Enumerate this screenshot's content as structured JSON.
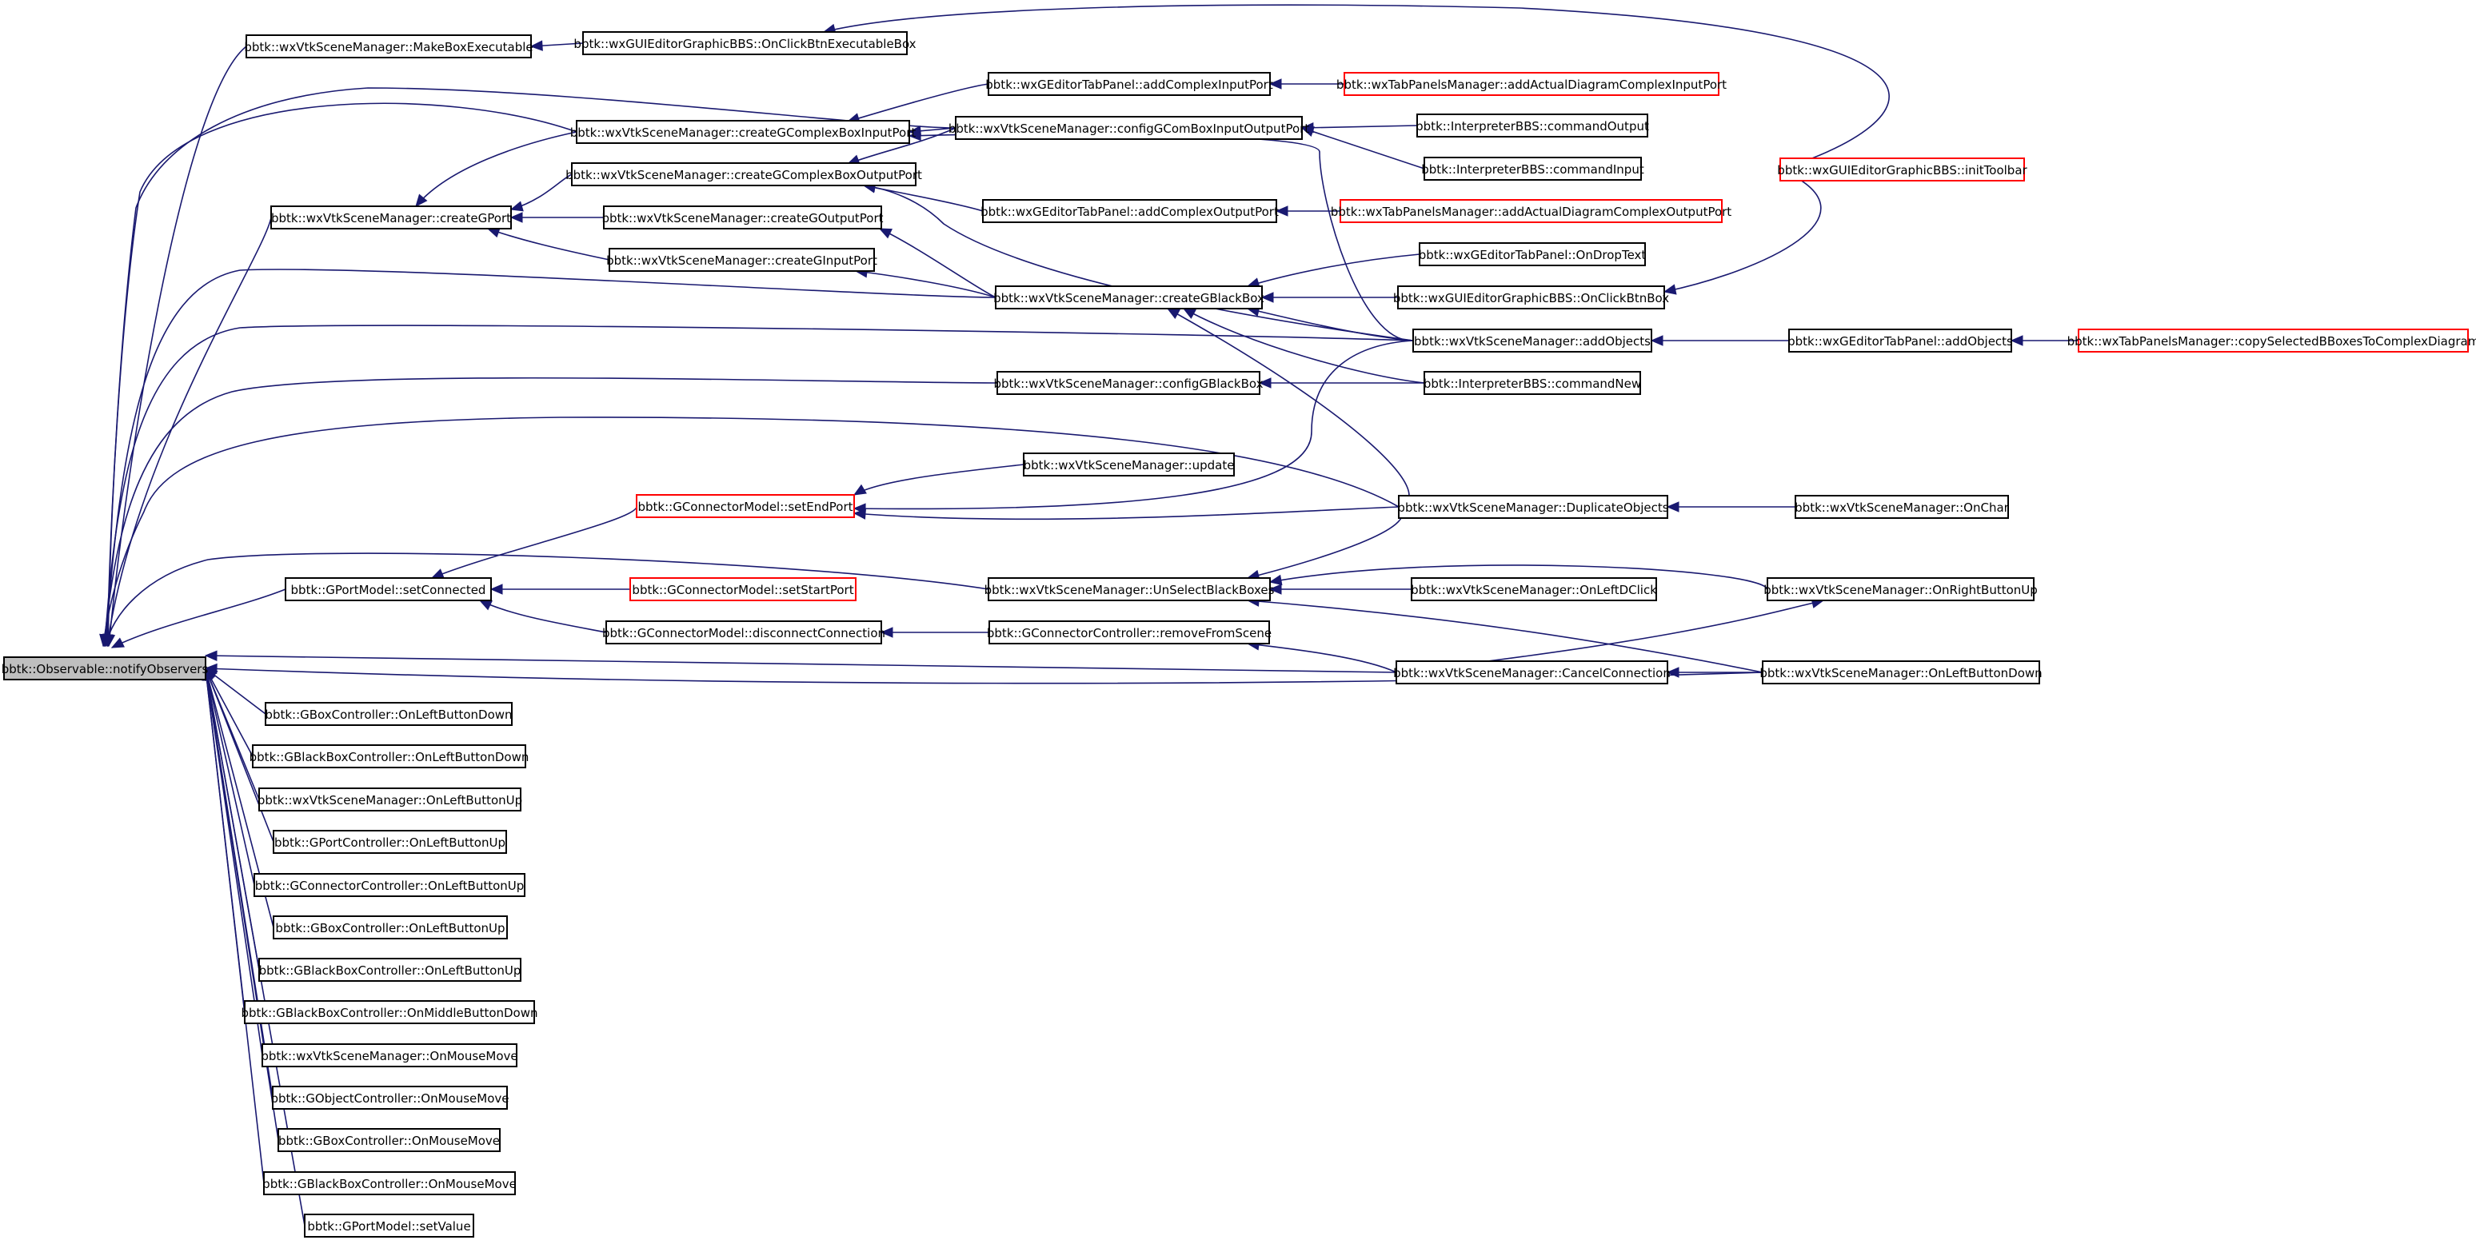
{
  "graph": {
    "type": "doxygen-caller-graph",
    "colors": {
      "edge": "#191970",
      "node_border": "#000000",
      "truncated_border": "#ff0000",
      "root_fill": "#bfbfbf"
    },
    "nodes": [
      {
        "id": "notify",
        "label": "bbtk::Observable::notifyObservers",
        "root": true
      },
      {
        "id": "makebox",
        "label": "bbtk::wxVtkSceneManager::MakeBoxExecutable"
      },
      {
        "id": "onclickexec",
        "label": "bbtk::wxGUIEditorGraphicBBS::OnClickBtnExecutableBox"
      },
      {
        "id": "addcomplexin",
        "label": "bbtk::wxGEditorTabPanel::addComplexInputPort"
      },
      {
        "id": "addactualin",
        "label": "bbtk::wxTabPanelsManager::addActualDiagramComplexInputPort",
        "red": true
      },
      {
        "id": "createcomplexin",
        "label": "bbtk::wxVtkSceneManager::createGComplexBoxInputPort"
      },
      {
        "id": "configcombox",
        "label": "bbtk::wxVtkSceneManager::configGComBoxInputOutputPort"
      },
      {
        "id": "cmdoutput",
        "label": "bbtk::InterpreterBBS::commandOutput"
      },
      {
        "id": "cmdinput",
        "label": "bbtk::InterpreterBBS::commandInput"
      },
      {
        "id": "inittoolbar",
        "label": "bbtk::wxGUIEditorGraphicBBS::initToolbar",
        "red": true
      },
      {
        "id": "createcomplexout",
        "label": "bbtk::wxVtkSceneManager::createGComplexBoxOutputPort"
      },
      {
        "id": "addcomplexout",
        "label": "bbtk::wxGEditorTabPanel::addComplexOutputPort"
      },
      {
        "id": "addactualout",
        "label": "bbtk::wxTabPanelsManager::addActualDiagramComplexOutputPort",
        "red": true
      },
      {
        "id": "creategport",
        "label": "bbtk::wxVtkSceneManager::createGPort"
      },
      {
        "id": "creategoutput",
        "label": "bbtk::wxVtkSceneManager::createGOutputPort"
      },
      {
        "id": "creategin",
        "label": "bbtk::wxVtkSceneManager::createGInputPort"
      },
      {
        "id": "ondroptext",
        "label": "bbtk::wxGEditorTabPanel::OnDropText"
      },
      {
        "id": "createblack",
        "label": "bbtk::wxVtkSceneManager::createGBlackBox"
      },
      {
        "id": "onclickbtnbox",
        "label": "bbtk::wxGUIEditorGraphicBBS::OnClickBtnBox"
      },
      {
        "id": "addobjects",
        "label": "bbtk::wxVtkSceneManager::addObjects"
      },
      {
        "id": "tabaddobjects",
        "label": "bbtk::wxGEditorTabPanel::addObjects"
      },
      {
        "id": "copysel",
        "label": "bbtk::wxTabPanelsManager::copySelectedBBoxesToComplexDiagram",
        "red": true
      },
      {
        "id": "configblack",
        "label": "bbtk::wxVtkSceneManager::configGBlackBox"
      },
      {
        "id": "cmdnew",
        "label": "bbtk::InterpreterBBS::commandNew"
      },
      {
        "id": "update",
        "label": "bbtk::wxVtkSceneManager::update"
      },
      {
        "id": "setendport",
        "label": "bbtk::GConnectorModel::setEndPort",
        "red": true
      },
      {
        "id": "duplicate",
        "label": "bbtk::wxVtkSceneManager::DuplicateObjects"
      },
      {
        "id": "onchar",
        "label": "bbtk::wxVtkSceneManager::OnChar"
      },
      {
        "id": "setconnected",
        "label": "bbtk::GPortModel::setConnected"
      },
      {
        "id": "setstartport",
        "label": "bbtk::GConnectorModel::setStartPort",
        "red": true
      },
      {
        "id": "unselect",
        "label": "bbtk::wxVtkSceneManager::UnSelectBlackBoxes"
      },
      {
        "id": "onleftdclick",
        "label": "bbtk::wxVtkSceneManager::OnLeftDClick"
      },
      {
        "id": "onrightup",
        "label": "bbtk::wxVtkSceneManager::OnRightButtonUp"
      },
      {
        "id": "disconnect",
        "label": "bbtk::GConnectorModel::disconnectConnection"
      },
      {
        "id": "removescene",
        "label": "bbtk::GConnectorController::removeFromScene"
      },
      {
        "id": "cancelconn",
        "label": "bbtk::wxVtkSceneManager::CancelConnection"
      },
      {
        "id": "onleftdown",
        "label": "bbtk::wxVtkSceneManager::OnLeftButtonDown"
      },
      {
        "id": "gboxleftdown",
        "label": "bbtk::GBoxController::OnLeftButtonDown"
      },
      {
        "id": "gblackleftdown",
        "label": "bbtk::GBlackBoxController::OnLeftButtonDown"
      },
      {
        "id": "wxleftup",
        "label": "bbtk::wxVtkSceneManager::OnLeftButtonUp"
      },
      {
        "id": "gportleftup",
        "label": "bbtk::GPortController::OnLeftButtonUp"
      },
      {
        "id": "gconnleftup",
        "label": "bbtk::GConnectorController::OnLeftButtonUp"
      },
      {
        "id": "gboxleftup",
        "label": "bbtk::GBoxController::OnLeftButtonUp"
      },
      {
        "id": "gblackleftup",
        "label": "bbtk::GBlackBoxController::OnLeftButtonUp"
      },
      {
        "id": "gblackmiddle",
        "label": "bbtk::GBlackBoxController::OnMiddleButtonDown"
      },
      {
        "id": "wxmousemove",
        "label": "bbtk::wxVtkSceneManager::OnMouseMove"
      },
      {
        "id": "gobjmousemove",
        "label": "bbtk::GObjectController::OnMouseMove"
      },
      {
        "id": "gboxmousemove",
        "label": "bbtk::GBoxController::OnMouseMove"
      },
      {
        "id": "gblackmousemove",
        "label": "bbtk::GBlackBoxController::OnMouseMove"
      },
      {
        "id": "setvalue",
        "label": "bbtk::GPortModel::setValue"
      }
    ],
    "edges": [
      {
        "from": "makebox",
        "to": "notify"
      },
      {
        "from": "createcomplexin",
        "to": "notify"
      },
      {
        "from": "creategport",
        "to": "notify"
      },
      {
        "from": "createblack",
        "to": "notify"
      },
      {
        "from": "addobjects",
        "to": "notify"
      },
      {
        "from": "configblack",
        "to": "notify"
      },
      {
        "from": "duplicate",
        "to": "notify"
      },
      {
        "from": "unselect",
        "to": "notify"
      },
      {
        "from": "setconnected",
        "to": "notify"
      },
      {
        "from": "cancelconn",
        "to": "notify"
      },
      {
        "from": "onleftdown",
        "to": "notify"
      },
      {
        "from": "gboxleftdown",
        "to": "notify"
      },
      {
        "from": "gblackleftdown",
        "to": "notify"
      },
      {
        "from": "wxleftup",
        "to": "notify"
      },
      {
        "from": "gportleftup",
        "to": "notify"
      },
      {
        "from": "gconnleftup",
        "to": "notify"
      },
      {
        "from": "gboxleftup",
        "to": "notify"
      },
      {
        "from": "gblackleftup",
        "to": "notify"
      },
      {
        "from": "gblackmiddle",
        "to": "notify"
      },
      {
        "from": "wxmousemove",
        "to": "notify"
      },
      {
        "from": "gobjmousemove",
        "to": "notify"
      },
      {
        "from": "gboxmousemove",
        "to": "notify"
      },
      {
        "from": "gblackmousemove",
        "to": "notify"
      },
      {
        "from": "setvalue",
        "to": "notify"
      },
      {
        "from": "configcombox",
        "to": "notify"
      },
      {
        "from": "onclickexec",
        "to": "makebox"
      },
      {
        "from": "inittoolbar",
        "to": "onclickexec"
      },
      {
        "from": "addactualin",
        "to": "addcomplexin"
      },
      {
        "from": "addcomplexin",
        "to": "createcomplexin"
      },
      {
        "from": "configcombox",
        "to": "createcomplexin"
      },
      {
        "from": "addobjects",
        "to": "createcomplexin"
      },
      {
        "from": "cmdoutput",
        "to": "configcombox"
      },
      {
        "from": "cmdinput",
        "to": "configcombox"
      },
      {
        "from": "configcombox",
        "to": "createcomplexout"
      },
      {
        "from": "addcomplexout",
        "to": "createcomplexout"
      },
      {
        "from": "addobjects",
        "to": "createcomplexout"
      },
      {
        "from": "addactualout",
        "to": "addcomplexout"
      },
      {
        "from": "createcomplexin",
        "to": "creategport"
      },
      {
        "from": "createcomplexout",
        "to": "creategport"
      },
      {
        "from": "creategoutput",
        "to": "creategport"
      },
      {
        "from": "creategin",
        "to": "creategport"
      },
      {
        "from": "createblack",
        "to": "creategoutput"
      },
      {
        "from": "createblack",
        "to": "creategin"
      },
      {
        "from": "ondroptext",
        "to": "createblack"
      },
      {
        "from": "onclickbtnbox",
        "to": "createblack"
      },
      {
        "from": "addobjects",
        "to": "createblack"
      },
      {
        "from": "cmdnew",
        "to": "createblack"
      },
      {
        "from": "duplicate",
        "to": "createblack"
      },
      {
        "from": "inittoolbar",
        "to": "onclickbtnbox"
      },
      {
        "from": "tabaddobjects",
        "to": "addobjects"
      },
      {
        "from": "copysel",
        "to": "tabaddobjects"
      },
      {
        "from": "cmdnew",
        "to": "configblack"
      },
      {
        "from": "update",
        "to": "setendport"
      },
      {
        "from": "addobjects",
        "to": "setendport"
      },
      {
        "from": "duplicate",
        "to": "setendport"
      },
      {
        "from": "setendport",
        "to": "setconnected"
      },
      {
        "from": "onchar",
        "to": "duplicate"
      },
      {
        "from": "duplicate",
        "to": "unselect"
      },
      {
        "from": "onleftdclick",
        "to": "unselect"
      },
      {
        "from": "onrightup",
        "to": "unselect"
      },
      {
        "from": "onleftdown",
        "to": "unselect"
      },
      {
        "from": "setstartport",
        "to": "setconnected"
      },
      {
        "from": "disconnect",
        "to": "setconnected"
      },
      {
        "from": "removescene",
        "to": "disconnect"
      },
      {
        "from": "cancelconn",
        "to": "removescene"
      },
      {
        "from": "onleftdown",
        "to": "cancelconn"
      },
      {
        "from": "cancelconn",
        "to": "onrightup"
      }
    ]
  }
}
